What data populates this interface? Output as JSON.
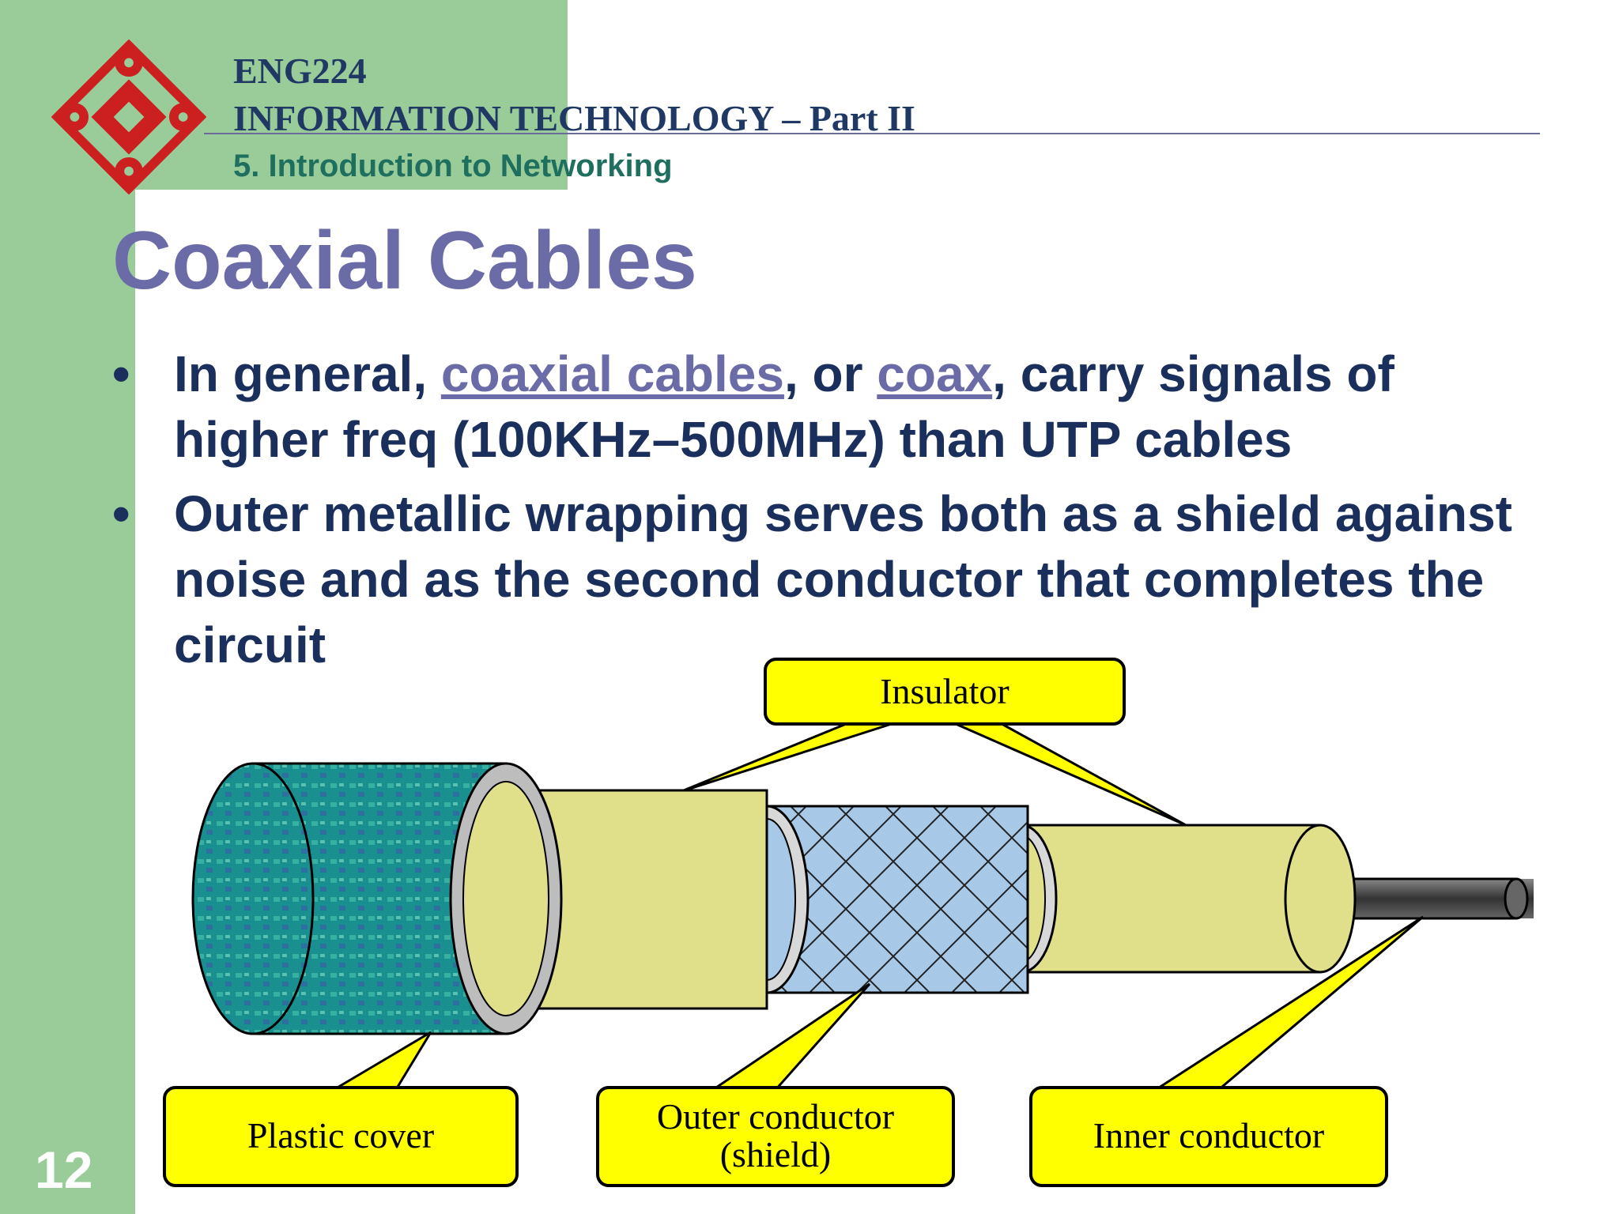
{
  "header": {
    "course_code": "ENG224",
    "course_title": "INFORMATION TECHNOLOGY – Part II",
    "chapter": "5. Introduction to Networking"
  },
  "slide": {
    "title": "Coaxial Cables",
    "page_number": "12"
  },
  "bullets": [
    {
      "marker": "•",
      "before": "In general, ",
      "link1": "coaxial cables",
      "middle": ", or ",
      "link2": "coax",
      "after": ", carry signals of higher freq (100KHz–500MHz) than UTP cables"
    },
    {
      "marker": "•",
      "text": "Outer metallic wrapping serves both as a shield against noise and as the second conductor that completes the circuit"
    }
  ],
  "diagram": {
    "labels": {
      "insulator": "Insulator",
      "plastic_cover": "Plastic cover",
      "outer_conductor_line1": "Outer conductor",
      "outer_conductor_line2": "(shield)",
      "inner_conductor": "Inner conductor"
    },
    "colors": {
      "callout": "#ffff00",
      "plastic_cover": "#1a8f8f",
      "insulator": "#e0e08a",
      "shield": "#a8c8e8",
      "inner_conductor": "#555555"
    }
  },
  "logo": {
    "icon": "university-logo-icon"
  }
}
